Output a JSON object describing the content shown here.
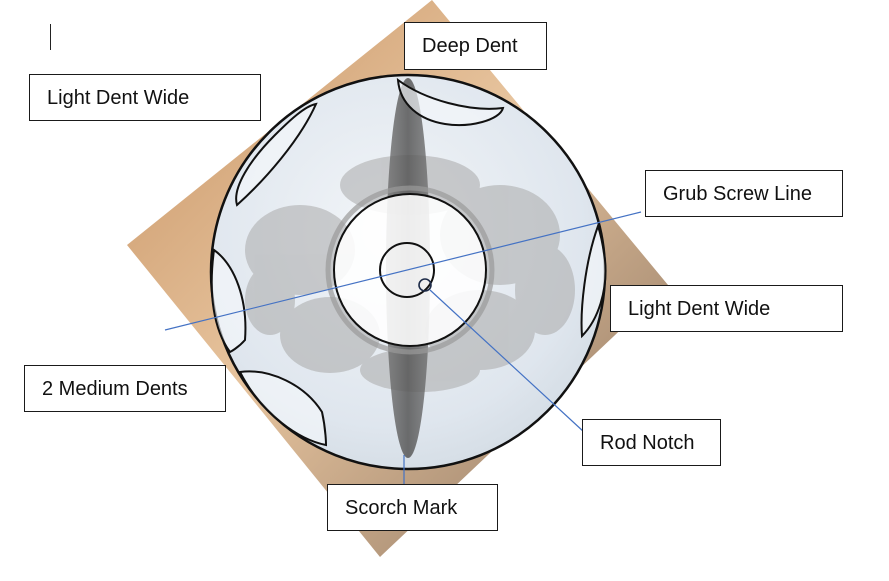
{
  "colors": {
    "background": "#ffffff",
    "callout_line": "#4472c4",
    "outline": "#111111",
    "disc_face": "#e6ecf2",
    "scorch": "#5e5e5e"
  },
  "labels": {
    "deep_dent": "Deep Dent",
    "light_dent_wide_left": "Light Dent Wide",
    "grub_screw_line": "Grub Screw Line",
    "light_dent_wide_right": "Light Dent Wide",
    "two_medium_dents": "2 Medium Dents",
    "rod_notch": "Rod Notch",
    "scorch_mark": "Scorch Mark"
  },
  "icons": {
    "text_cursor": "text-cursor-icon"
  }
}
